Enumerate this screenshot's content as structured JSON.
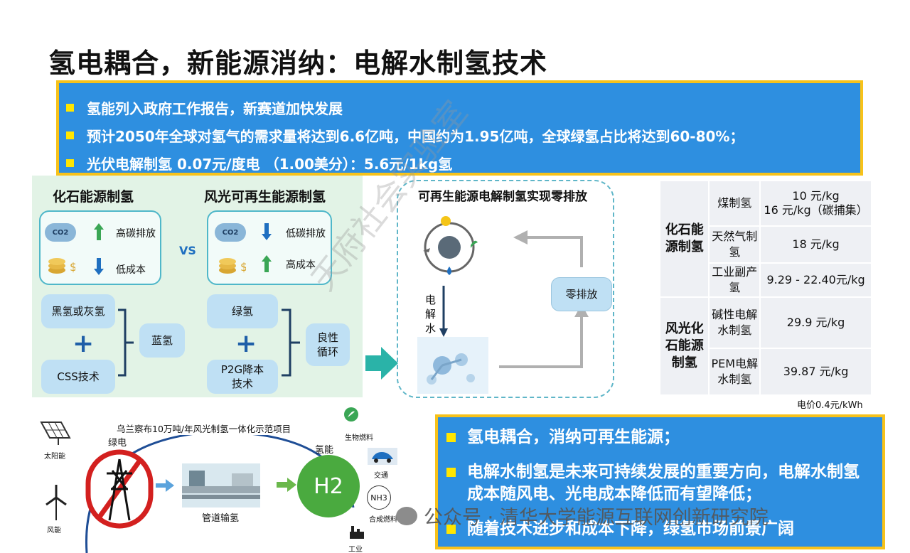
{
  "title": "氢电耦合，新能源消纳：电解水制氢技术",
  "top_bullets": [
    "氢能列入政府工作报告，新赛道加快发展",
    "预计2050年全球对氢气的需求量将达到6.6亿吨，中国约为1.95亿吨，全球绿氢占比将达到60-80%；",
    "光伏电解制氢 0.07元/度电 （1.00美分）：5.6元/1kg氢"
  ],
  "left_panel": {
    "fossil_title": "化石能源制氢",
    "renewable_title": "风光可再生能源制氢",
    "vs": "VS",
    "co2": "CO2",
    "fossil_emission": "高碳排放",
    "fossil_cost": "低成本",
    "renew_emission": "低碳排放",
    "renew_cost": "高成本",
    "black_gray": "黑氢或灰氢",
    "css": "CSS技术",
    "blue": "蓝氢",
    "green": "绿氢",
    "p2g": "P2G降本技术",
    "cycle": "良性循环"
  },
  "middle_panel": {
    "title": "可再生能源电解制氢实现零排放",
    "electrolysis": "电解水",
    "zero": "零排放"
  },
  "cost_table": {
    "groups": [
      {
        "category": "化石能源制氢",
        "rows": [
          {
            "method": "煤制氢",
            "cost": [
              "10 元/kg",
              "16 元/kg（碳捕集）"
            ]
          },
          {
            "method": "天然气制氢",
            "cost": [
              "18 元/kg"
            ]
          },
          {
            "method": "工业副产氢",
            "cost": [
              "9.29 - 22.40元/kg"
            ]
          }
        ]
      },
      {
        "category": "风光化石能源制氢",
        "rows": [
          {
            "method": "碱性电解水制氢",
            "cost": [
              "29.9 元/kg"
            ]
          },
          {
            "method": "PEM电解水制氢",
            "cost": [
              "39.87 元/kg"
            ]
          }
        ]
      }
    ],
    "note": "电价0.4元/kWh"
  },
  "illustration": {
    "caption": "乌兰察布10万吨/年风光制氢一体化示范项目",
    "solar": "太阳能",
    "wind": "风能",
    "green_power": "绿电",
    "pipeline": "管道输氢",
    "hydrogen_energy": "氢能",
    "h2": "H2",
    "biofuel": "生物燃料",
    "transport": "交通",
    "nh3": "NH3",
    "synfuel": "合成燃料",
    "industry": "工业"
  },
  "bottom_bullets": [
    "氢电耦合，消纳可再生能源；",
    "电解水制氢是未来可持续发展的重要方向，电解水制氢成本随风电、光电成本降低而有望降低；",
    "随着技术进步和成本下降，绿氢市场前景广阔"
  ],
  "watermark": "公众号 · 清华大学能源互联网创新研究院",
  "diagonal_watermark": "天府社会实验室",
  "colors": {
    "blue_box": "#2e8fe0",
    "yellow_border": "#f7c21a",
    "bullet_yellow": "#ffe600",
    "green_panel": "#e2f3e6",
    "h2_green": "#4aaa3f"
  }
}
